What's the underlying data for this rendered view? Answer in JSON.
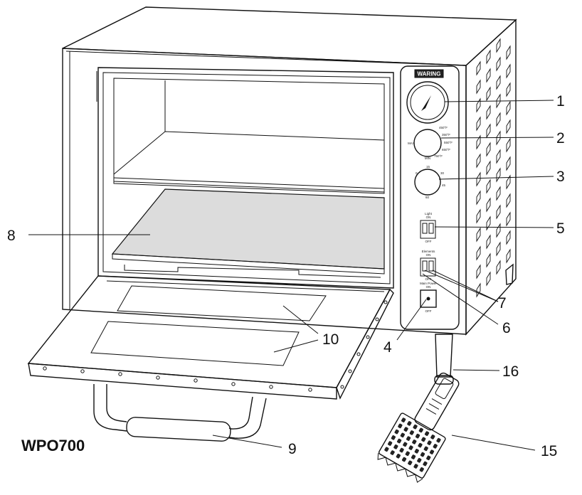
{
  "model": "WPO700",
  "brand": "WARING",
  "panel_labels": {
    "temp_a": "450°F",
    "temp_b": "350°F",
    "temp_c": "550°F",
    "temp_d": "650°F",
    "temp_e": "750°F",
    "knob_min": "MIN",
    "knob_max": "MAX",
    "timer_0": "0",
    "timer_15": "15",
    "timer_30": "30",
    "timer_45": "45",
    "timer_60": "60",
    "light": "Light",
    "light_on": "ON",
    "light_off": "OFF",
    "elements": "Elements",
    "elements_on": "ON",
    "elements_off": "OFF",
    "main_power": "Main Power",
    "main_on": "ON",
    "main_off": "OFF"
  },
  "callouts": {
    "c1": "1",
    "c2": "2",
    "c3": "3",
    "c4": "4",
    "c5": "5",
    "c6": "6",
    "c7": "7",
    "c8": "8",
    "c9": "9",
    "c10": "10",
    "c15": "15",
    "c16": "16"
  }
}
